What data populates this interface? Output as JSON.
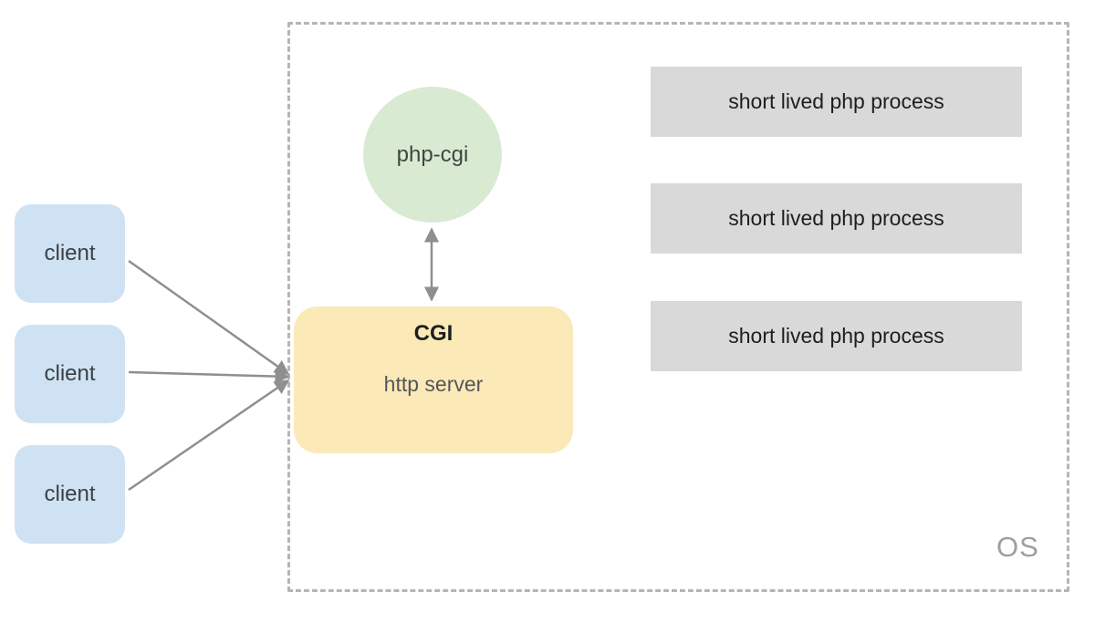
{
  "diagram": {
    "clients": [
      {
        "label": "client"
      },
      {
        "label": "client"
      },
      {
        "label": "client"
      }
    ],
    "os": {
      "label": "OS",
      "php_cgi_label": "php-cgi",
      "cgi_box": {
        "title": "CGI",
        "subtitle": "http server"
      },
      "processes": [
        {
          "label": "short lived php process"
        },
        {
          "label": "short lived php process"
        },
        {
          "label": "short lived php process"
        }
      ]
    },
    "colors": {
      "client_fill": "#cfe2f3",
      "php_cgi_fill": "#d9ead3",
      "cgi_fill": "#fce9b8",
      "process_fill": "#d9d9d9",
      "os_border": "#b5b5b5",
      "arrow": "#8f8f8f",
      "os_label_text": "#9e9e9e"
    }
  }
}
